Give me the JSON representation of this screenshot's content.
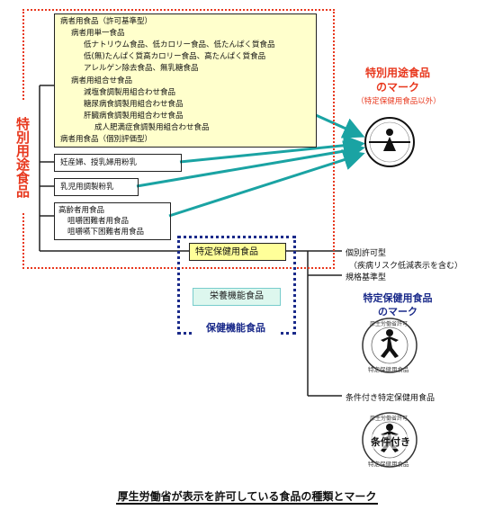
{
  "vertical_title": "特別用途食品",
  "box_sick": {
    "items": [
      "病者用食品（許可基準型）",
      "病者用単一食品",
      "低ナトリウム食品、低カロリー食品、低たんぱく質食品",
      "低(無)たんぱく質高カロリー食品、高たんぱく質食品",
      "アレルゲン除去食品、無乳糖食品",
      "病者用組合せ食品",
      "減塩食調製用組合わせ食品",
      "糖尿病食調製用組合わせ食品",
      "肝臓病食調製用組合わせ食品",
      "成人肥満症食調製用組合わせ食品",
      "病者用食品（個別評価型）"
    ]
  },
  "box_pregnant": "妊産婦、授乳婦用粉乳",
  "box_infant": "乳児用調製粉乳",
  "box_elderly": {
    "items": [
      "高齢者用食品",
      "咀嚼困難者用食品",
      "咀嚼嚥下困難者用食品"
    ]
  },
  "special_mark": {
    "title_line1": "特別用途食品",
    "title_line2": "のマーク",
    "subtitle": "（特定保健用食品以外）"
  },
  "tokutei_box": "特定保健用食品",
  "eiyou_box": "栄養機能食品",
  "hoken_title": "保健機能食品",
  "right_labels": {
    "kobetsu": "個別許可型",
    "kobetsu_sub": "（疾病リスク低減表示を含む）",
    "kikaku": "規格基準型",
    "joken": "条件付き特定保健用食品"
  },
  "tokutei_mark": {
    "title_line1": "特定保健用食品",
    "title_line2": "のマーク",
    "ring_top": "厚生労働省許可",
    "ring_bottom": "特定保健用食品"
  },
  "joken_mark": {
    "ring_top": "厚生労働省許可",
    "center": "条件付き",
    "ring_bottom": "特定保健用食品"
  },
  "caption": "厚生労働省が表示を許可している食品の種類とマーク",
  "colors": {
    "red": "#e8381e",
    "navy": "#1a2a8a",
    "teal": "#1aa3a3",
    "yellow": "#ffffcc",
    "green": "#ddf7ee"
  }
}
